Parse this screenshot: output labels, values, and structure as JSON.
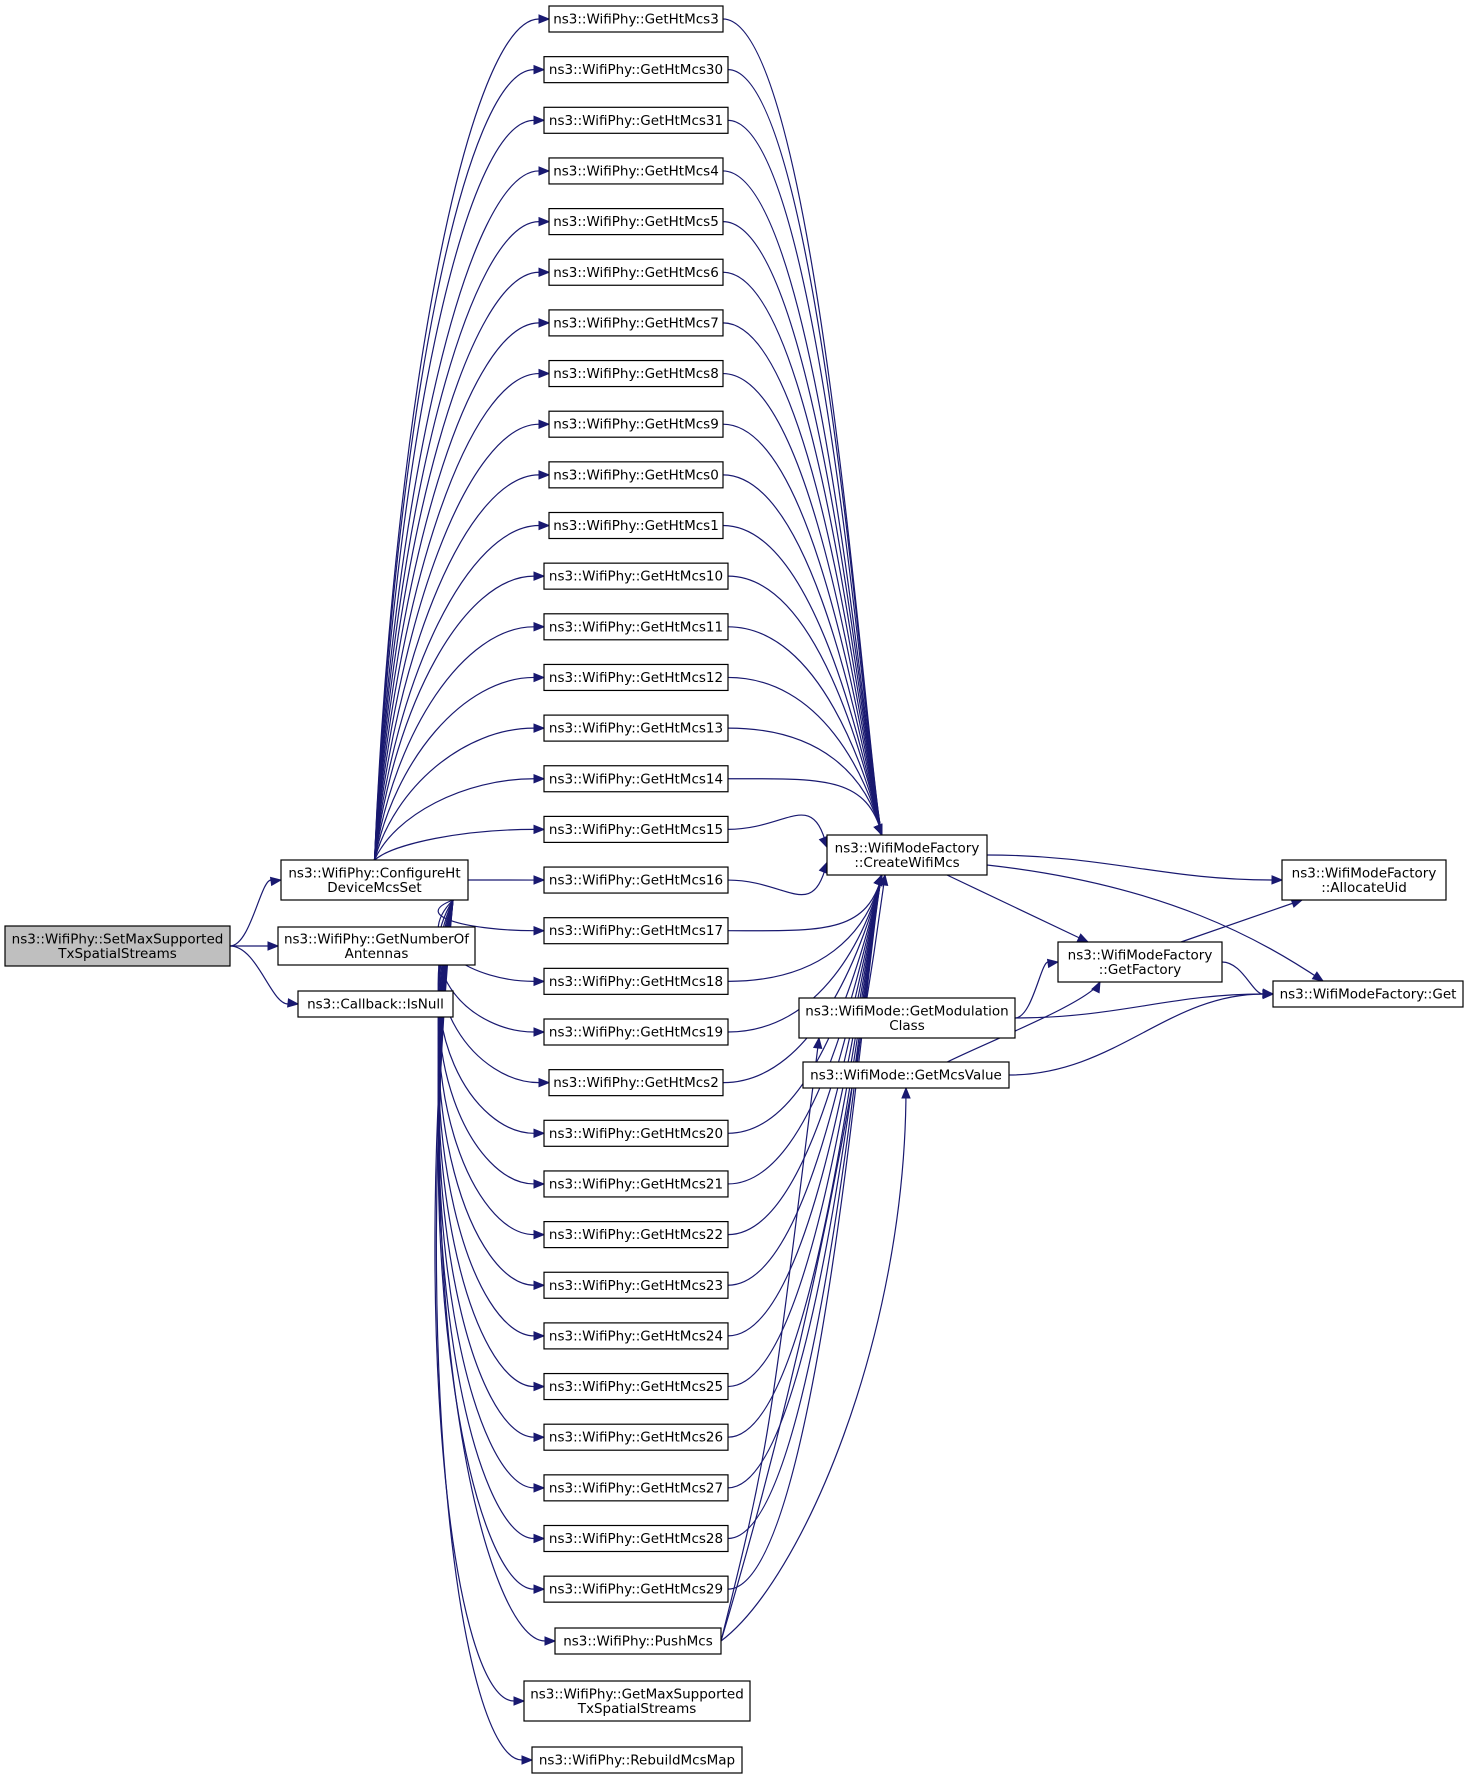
{
  "nodes": [
    {
      "id": "n0",
      "lines": [
        "ns3::WifiPhy::SetMaxSupported",
        "TxSpatialStreams"
      ],
      "highlighted": true
    },
    {
      "id": "n1",
      "lines": [
        "ns3::WifiPhy::ConfigureHt",
        "DeviceMcsSet"
      ]
    },
    {
      "id": "n2",
      "lines": [
        "ns3::WifiPhy::GetNumberOf",
        "Antennas"
      ]
    },
    {
      "id": "n3",
      "lines": [
        "ns3::Callback::IsNull"
      ]
    },
    {
      "id": "h3",
      "lines": [
        "ns3::WifiPhy::GetHtMcs3"
      ]
    },
    {
      "id": "h30",
      "lines": [
        "ns3::WifiPhy::GetHtMcs30"
      ]
    },
    {
      "id": "h31",
      "lines": [
        "ns3::WifiPhy::GetHtMcs31"
      ]
    },
    {
      "id": "h4",
      "lines": [
        "ns3::WifiPhy::GetHtMcs4"
      ]
    },
    {
      "id": "h5",
      "lines": [
        "ns3::WifiPhy::GetHtMcs5"
      ]
    },
    {
      "id": "h6",
      "lines": [
        "ns3::WifiPhy::GetHtMcs6"
      ]
    },
    {
      "id": "h7",
      "lines": [
        "ns3::WifiPhy::GetHtMcs7"
      ]
    },
    {
      "id": "h8",
      "lines": [
        "ns3::WifiPhy::GetHtMcs8"
      ]
    },
    {
      "id": "h9",
      "lines": [
        "ns3::WifiPhy::GetHtMcs9"
      ]
    },
    {
      "id": "h0",
      "lines": [
        "ns3::WifiPhy::GetHtMcs0"
      ]
    },
    {
      "id": "h1",
      "lines": [
        "ns3::WifiPhy::GetHtMcs1"
      ]
    },
    {
      "id": "h10",
      "lines": [
        "ns3::WifiPhy::GetHtMcs10"
      ]
    },
    {
      "id": "h11",
      "lines": [
        "ns3::WifiPhy::GetHtMcs11"
      ]
    },
    {
      "id": "h12",
      "lines": [
        "ns3::WifiPhy::GetHtMcs12"
      ]
    },
    {
      "id": "h13",
      "lines": [
        "ns3::WifiPhy::GetHtMcs13"
      ]
    },
    {
      "id": "h14",
      "lines": [
        "ns3::WifiPhy::GetHtMcs14"
      ]
    },
    {
      "id": "h15",
      "lines": [
        "ns3::WifiPhy::GetHtMcs15"
      ]
    },
    {
      "id": "h16",
      "lines": [
        "ns3::WifiPhy::GetHtMcs16"
      ]
    },
    {
      "id": "h17",
      "lines": [
        "ns3::WifiPhy::GetHtMcs17"
      ]
    },
    {
      "id": "h18",
      "lines": [
        "ns3::WifiPhy::GetHtMcs18"
      ]
    },
    {
      "id": "h19",
      "lines": [
        "ns3::WifiPhy::GetHtMcs19"
      ]
    },
    {
      "id": "h2",
      "lines": [
        "ns3::WifiPhy::GetHtMcs2"
      ]
    },
    {
      "id": "h20",
      "lines": [
        "ns3::WifiPhy::GetHtMcs20"
      ]
    },
    {
      "id": "h21",
      "lines": [
        "ns3::WifiPhy::GetHtMcs21"
      ]
    },
    {
      "id": "h22",
      "lines": [
        "ns3::WifiPhy::GetHtMcs22"
      ]
    },
    {
      "id": "h23",
      "lines": [
        "ns3::WifiPhy::GetHtMcs23"
      ]
    },
    {
      "id": "h24",
      "lines": [
        "ns3::WifiPhy::GetHtMcs24"
      ]
    },
    {
      "id": "h25",
      "lines": [
        "ns3::WifiPhy::GetHtMcs25"
      ]
    },
    {
      "id": "h26",
      "lines": [
        "ns3::WifiPhy::GetHtMcs26"
      ]
    },
    {
      "id": "h27",
      "lines": [
        "ns3::WifiPhy::GetHtMcs27"
      ]
    },
    {
      "id": "h28",
      "lines": [
        "ns3::WifiPhy::GetHtMcs28"
      ]
    },
    {
      "id": "h29",
      "lines": [
        "ns3::WifiPhy::GetHtMcs29"
      ]
    },
    {
      "id": "push",
      "lines": [
        "ns3::WifiPhy::PushMcs"
      ]
    },
    {
      "id": "gmax",
      "lines": [
        "ns3::WifiPhy::GetMaxSupported",
        "TxSpatialStreams"
      ]
    },
    {
      "id": "rebuild",
      "lines": [
        "ns3::WifiPhy::RebuildMcsMap"
      ]
    },
    {
      "id": "create",
      "lines": [
        "ns3::WifiModeFactory",
        "::CreateWifiMcs"
      ]
    },
    {
      "id": "modclass",
      "lines": [
        "ns3::WifiMode::GetModulation",
        "Class"
      ]
    },
    {
      "id": "mcsval",
      "lines": [
        "ns3::WifiMode::GetMcsValue"
      ]
    },
    {
      "id": "getfactory",
      "lines": [
        "ns3::WifiModeFactory",
        "::GetFactory"
      ]
    },
    {
      "id": "alloc",
      "lines": [
        "ns3::WifiModeFactory",
        "::AllocateUid"
      ]
    },
    {
      "id": "get",
      "lines": [
        "ns3::WifiModeFactory::Get"
      ]
    }
  ],
  "edges": [
    [
      "n0",
      "n1"
    ],
    [
      "n0",
      "n2"
    ],
    [
      "n0",
      "n3"
    ],
    [
      "n1",
      "h3"
    ],
    [
      "n1",
      "h30"
    ],
    [
      "n1",
      "h31"
    ],
    [
      "n1",
      "h4"
    ],
    [
      "n1",
      "h5"
    ],
    [
      "n1",
      "h6"
    ],
    [
      "n1",
      "h7"
    ],
    [
      "n1",
      "h8"
    ],
    [
      "n1",
      "h9"
    ],
    [
      "n1",
      "h0"
    ],
    [
      "n1",
      "h1"
    ],
    [
      "n1",
      "h10"
    ],
    [
      "n1",
      "h11"
    ],
    [
      "n1",
      "h12"
    ],
    [
      "n1",
      "h13"
    ],
    [
      "n1",
      "h14"
    ],
    [
      "n1",
      "h15"
    ],
    [
      "n1",
      "h16"
    ],
    [
      "n1",
      "h17"
    ],
    [
      "n1",
      "h18"
    ],
    [
      "n1",
      "h19"
    ],
    [
      "n1",
      "h2"
    ],
    [
      "n1",
      "h20"
    ],
    [
      "n1",
      "h21"
    ],
    [
      "n1",
      "h22"
    ],
    [
      "n1",
      "h23"
    ],
    [
      "n1",
      "h24"
    ],
    [
      "n1",
      "h25"
    ],
    [
      "n1",
      "h26"
    ],
    [
      "n1",
      "h27"
    ],
    [
      "n1",
      "h28"
    ],
    [
      "n1",
      "h29"
    ],
    [
      "n1",
      "push"
    ],
    [
      "n1",
      "gmax"
    ],
    [
      "n1",
      "rebuild"
    ],
    [
      "h3",
      "create"
    ],
    [
      "h30",
      "create"
    ],
    [
      "h31",
      "create"
    ],
    [
      "h4",
      "create"
    ],
    [
      "h5",
      "create"
    ],
    [
      "h6",
      "create"
    ],
    [
      "h7",
      "create"
    ],
    [
      "h8",
      "create"
    ],
    [
      "h9",
      "create"
    ],
    [
      "h0",
      "create"
    ],
    [
      "h1",
      "create"
    ],
    [
      "h10",
      "create"
    ],
    [
      "h11",
      "create"
    ],
    [
      "h12",
      "create"
    ],
    [
      "h13",
      "create"
    ],
    [
      "h14",
      "create"
    ],
    [
      "h15",
      "create"
    ],
    [
      "h16",
      "create"
    ],
    [
      "h17",
      "create"
    ],
    [
      "h18",
      "create"
    ],
    [
      "h19",
      "create"
    ],
    [
      "h2",
      "create"
    ],
    [
      "h20",
      "create"
    ],
    [
      "h21",
      "create"
    ],
    [
      "h22",
      "create"
    ],
    [
      "h23",
      "create"
    ],
    [
      "h24",
      "create"
    ],
    [
      "h25",
      "create"
    ],
    [
      "h26",
      "create"
    ],
    [
      "h27",
      "create"
    ],
    [
      "h28",
      "create"
    ],
    [
      "h29",
      "create"
    ],
    [
      "push",
      "create"
    ],
    [
      "push",
      "modclass"
    ],
    [
      "push",
      "mcsval"
    ],
    [
      "create",
      "alloc"
    ],
    [
      "create",
      "getfactory"
    ],
    [
      "create",
      "get"
    ],
    [
      "modclass",
      "getfactory"
    ],
    [
      "modclass",
      "get"
    ],
    [
      "mcsval",
      "getfactory"
    ],
    [
      "mcsval",
      "get"
    ],
    [
      "getfactory",
      "alloc"
    ],
    [
      "getfactory",
      "get"
    ]
  ]
}
